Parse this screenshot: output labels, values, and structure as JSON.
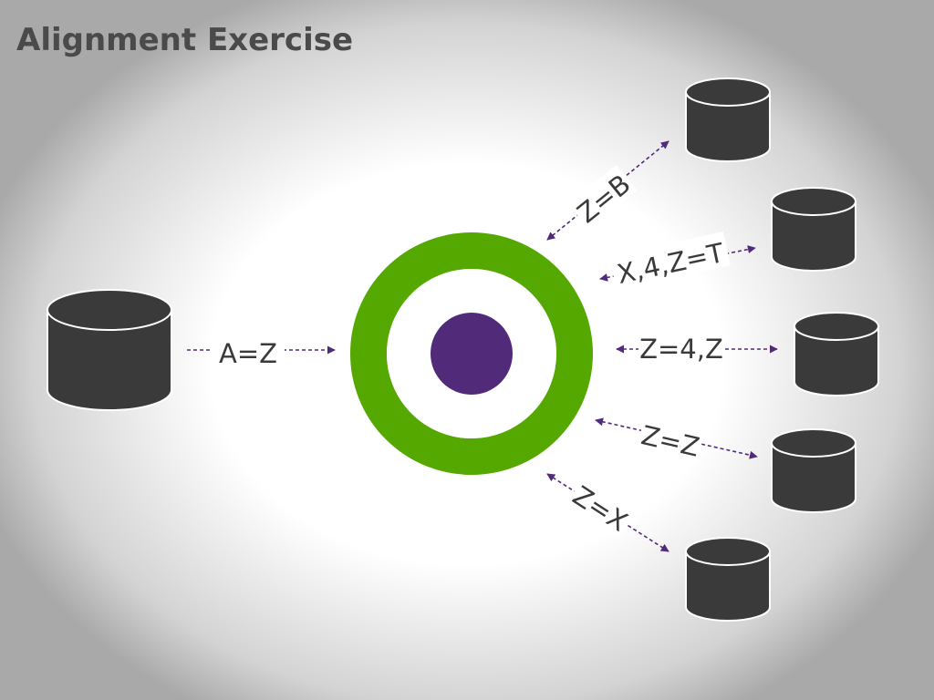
{
  "slide": {
    "title": "Alignment Exercise"
  },
  "colors": {
    "hub_ring": "#55a800",
    "hub_inner": "#ffffff",
    "hub_center": "#522a7a",
    "database": "#3a3a3a",
    "arrow": "#522a7a",
    "label": "#3a3a3a"
  },
  "diagram": {
    "source_link": {
      "label": "A=Z"
    },
    "target_links": [
      {
        "label": "Z=B"
      },
      {
        "label": "X,4,Z=T"
      },
      {
        "label": "Z=4,Z"
      },
      {
        "label": "Z=Z"
      },
      {
        "label": "Z=X"
      }
    ]
  }
}
